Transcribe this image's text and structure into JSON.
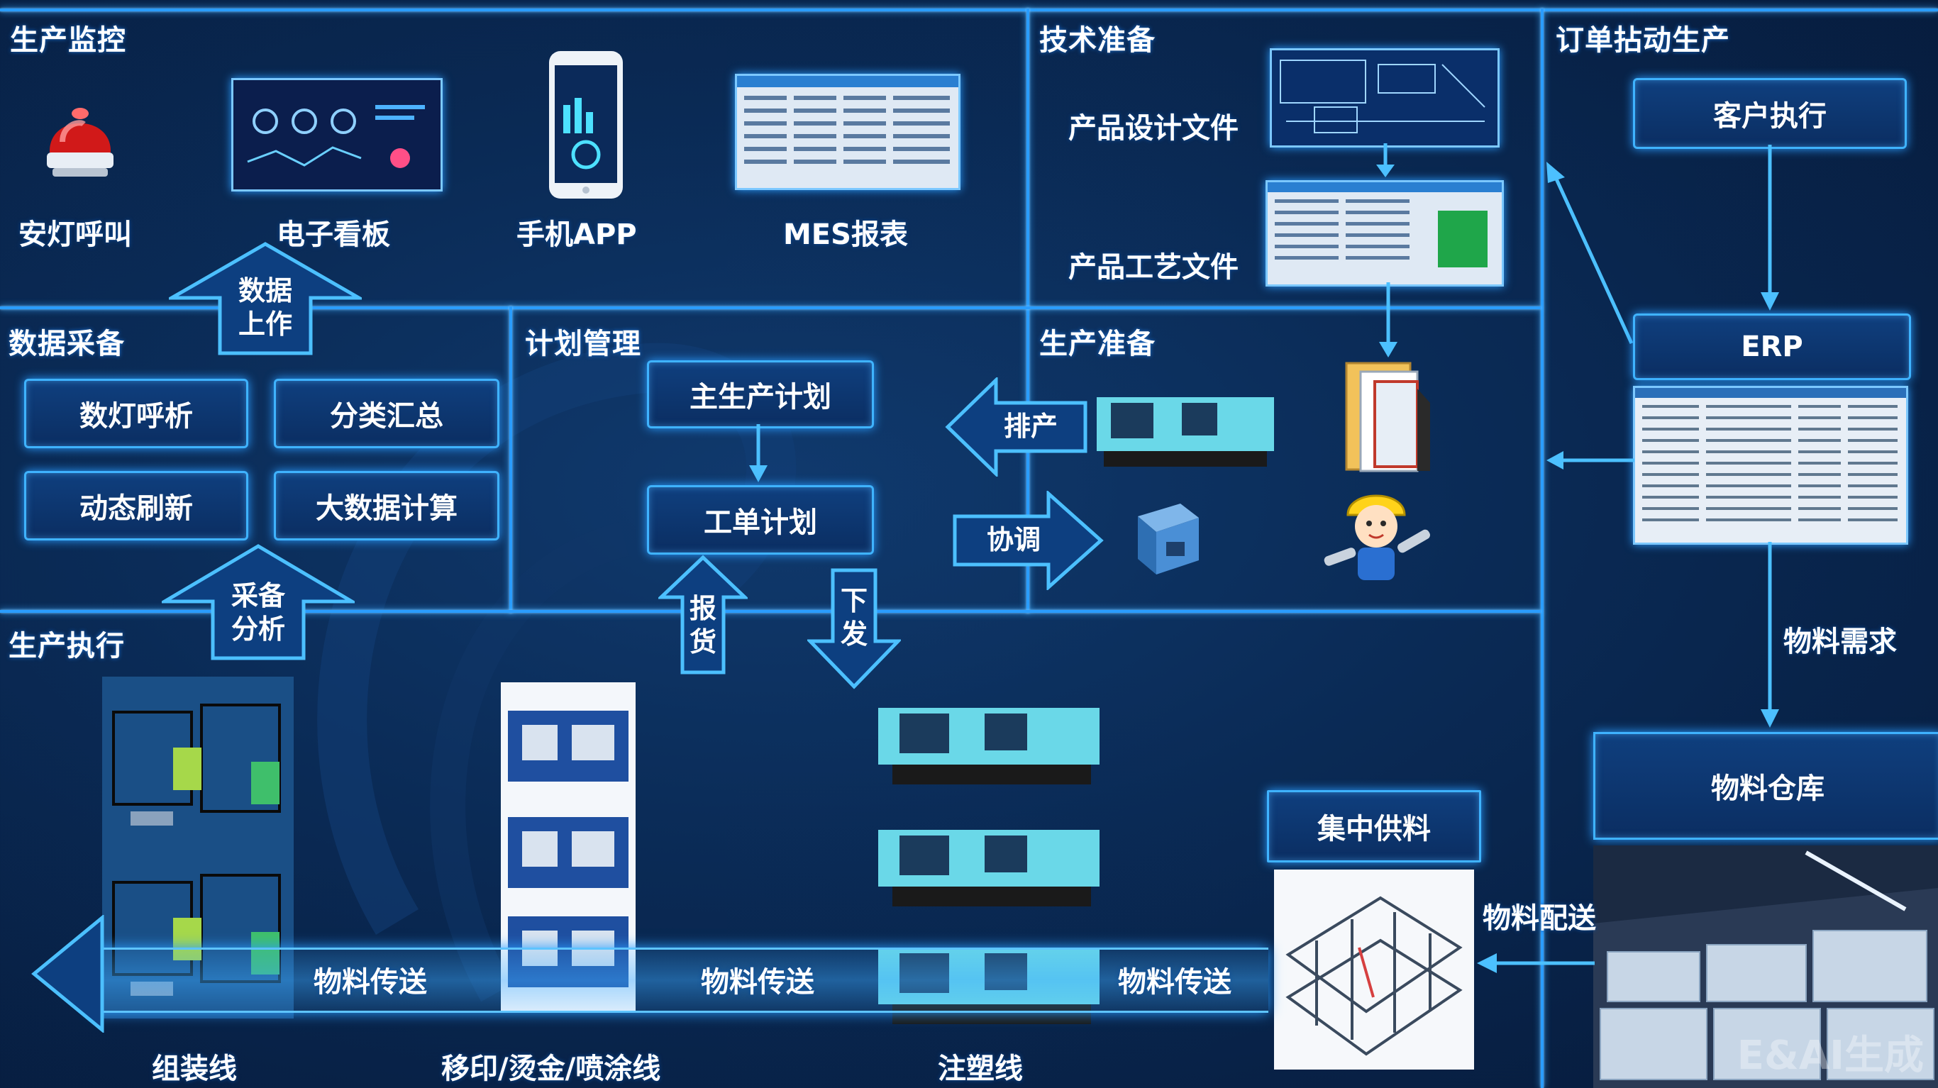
{
  "sections": {
    "production_monitoring": "生产监控",
    "technical_preparation": "技术准备",
    "order_driven_production": "订单拈动生产",
    "data_collection": "数据采备",
    "plan_management": "计划管理",
    "production_preparation": "生产准备",
    "production_execution": "生产执行"
  },
  "monitoring_items": {
    "andon": "安灯呼叫",
    "e_board": "电子看板",
    "mobile_app": "手机APP",
    "mes_report": "MES报表"
  },
  "tech_docs": {
    "design": "产品设计文件",
    "process": "产品工艺文件"
  },
  "order": {
    "customer": "客户执行",
    "erp": "ERP",
    "material_demand": "物料需求",
    "warehouse": "物料仓库",
    "material_delivery": "物料配送"
  },
  "data_collection_boxes": [
    "数灯呼析",
    "分类汇总",
    "动态刷新",
    "大数据计算"
  ],
  "arrows": {
    "data_upload_1": "数据",
    "data_upload_2": "上作",
    "collect_analyze_1": "采备",
    "collect_analyze_2": "分析",
    "report_1": "报",
    "report_2": "货",
    "dispatch_1": "下",
    "dispatch_2": "发",
    "schedule": "排产",
    "coordinate": "协调"
  },
  "plan": {
    "master": "主生产计划",
    "work_order": "工单计划"
  },
  "execution": {
    "central_supply": "集中供料",
    "transfer": "物料传送",
    "assembly": "组装线",
    "printing": "移印/烫金/喷涂线",
    "molding": "注塑线"
  },
  "watermark": "E&AI生成",
  "colors": {
    "accent": "#2a9dff",
    "box_fill": "#0b2e62",
    "background": "#0a2a55"
  }
}
